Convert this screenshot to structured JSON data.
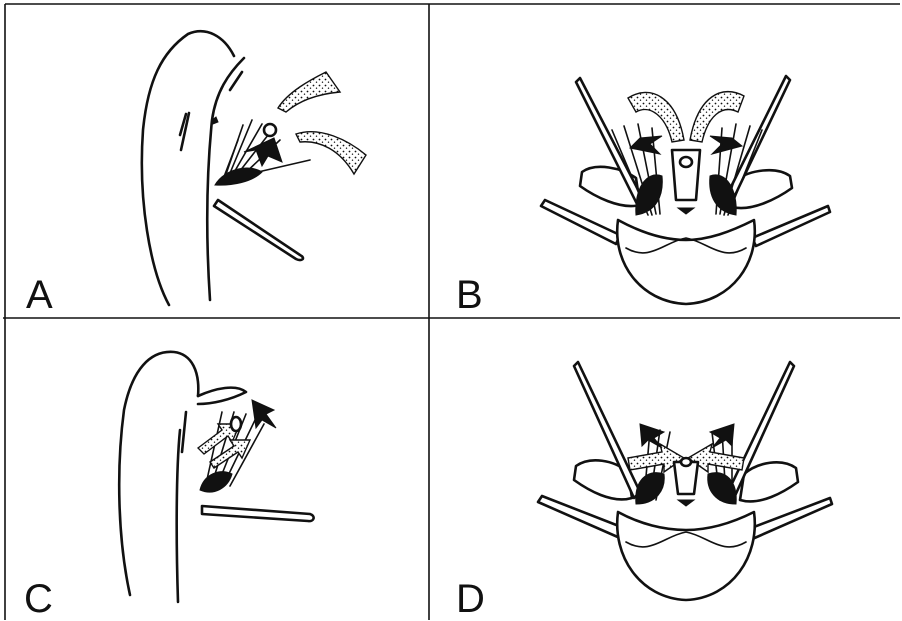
{
  "figure": {
    "panels": [
      {
        "label": "A"
      },
      {
        "label": "B"
      },
      {
        "label": "C"
      },
      {
        "label": "D"
      }
    ]
  }
}
